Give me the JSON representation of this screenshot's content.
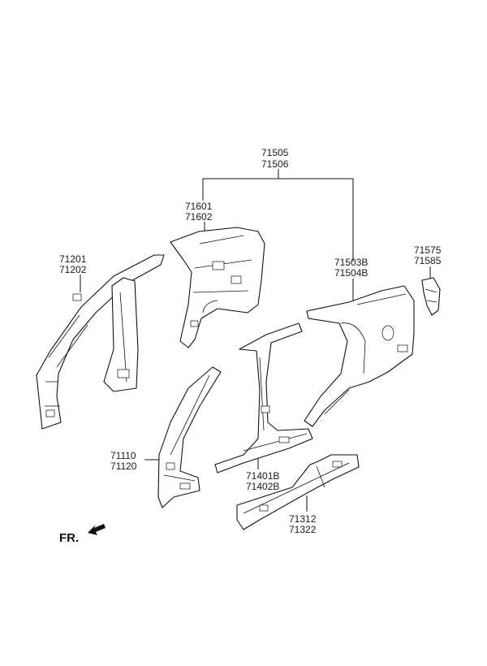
{
  "labels": {
    "l71505": "71505",
    "l71506": "71506",
    "l71601": "71601",
    "l71602": "71602",
    "l71201": "71201",
    "l71202": "71202",
    "l71503b": "71503B",
    "l71504b": "71504B",
    "l71575": "71575",
    "l71585": "71585",
    "l71110": "71110",
    "l71120": "71120",
    "l71401b": "71401B",
    "l71402b": "71402B",
    "l71312": "71312",
    "l71322": "71322"
  },
  "direction": {
    "label": "FR."
  }
}
